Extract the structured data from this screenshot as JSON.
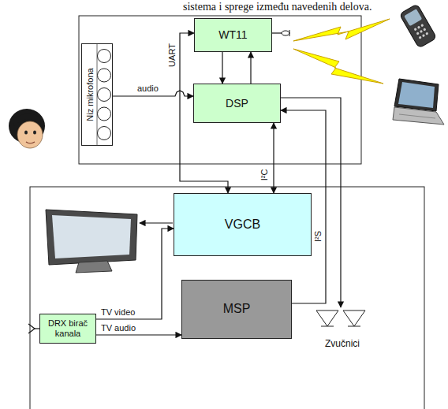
{
  "diagram": {
    "nodes": [
      {
        "text": [
          "WT11"
        ]
      },
      {
        "text": [
          "Niz mikrofona"
        ]
      },
      {
        "text": [
          "DSP"
        ]
      },
      {
        "text": [
          "VGCB"
        ]
      },
      {
        "text": [
          "DRX birač kanala"
        ]
      },
      {
        "text": [
          "MSP"
        ]
      },
      {
        "text": [
          "Zvučnici"
        ]
      }
    ],
    "edges": [
      {
        "from": 0,
        "to": 2,
        "arrow": "to"
      },
      {
        "from": 2,
        "to": 0,
        "arrow": "to"
      },
      {
        "from": 1,
        "to": 2,
        "label": "audio",
        "arrow": "to"
      },
      {
        "from": 3,
        "to": 0,
        "label": "UART",
        "arrow": "both"
      },
      {
        "from": 2,
        "to": 3,
        "label": "I²C",
        "arrow": "both"
      },
      {
        "from": 5,
        "to": 2,
        "label": "I²S",
        "arrow": "to"
      },
      {
        "from": 4,
        "to": 3,
        "label": "TV video",
        "arrow": "to"
      },
      {
        "from": 4,
        "to": 5,
        "label": "TV audio",
        "arrow": "to"
      },
      {
        "from": 2,
        "to": 6,
        "arrow": "to"
      }
    ],
    "labels": [
      "sistema i sprege između navedenih delova."
    ]
  }
}
